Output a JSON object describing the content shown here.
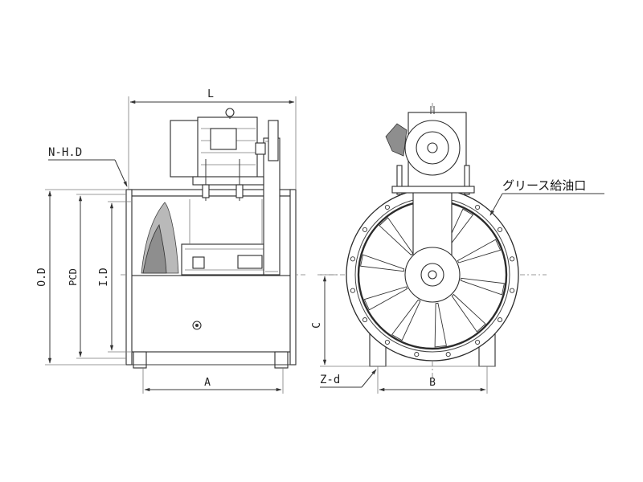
{
  "side_view": {
    "dim_L": "L",
    "dim_NHD": "N-H.D",
    "dim_OD": "O.D",
    "dim_PCD": "PCD",
    "dim_ID": "I.D",
    "dim_A": "A"
  },
  "front_view": {
    "grease_label": "グリース給油口",
    "dim_C": "C",
    "dim_Zd": "Z-d",
    "dim_B": "B"
  }
}
